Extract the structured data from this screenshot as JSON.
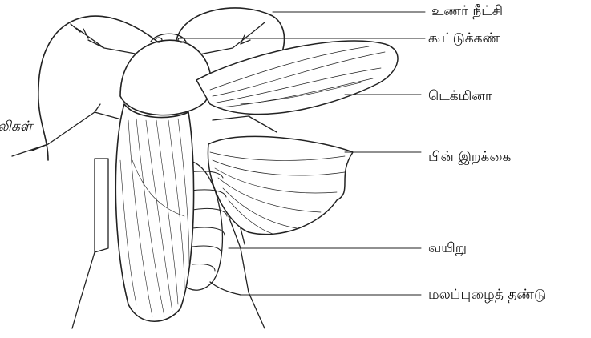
{
  "labels": {
    "antenna": "உணர் நீட்சி",
    "compound_eye": "கூட்டுக்கண்",
    "tegmina": "டெக்மினா",
    "hind_wing": "பின் இறக்கை",
    "abdomen": "வயிறு",
    "anal_cercus": "மலப்புழைத் தண்டு",
    "palps": "பலிகள்"
  },
  "colors": {
    "line": "#222222",
    "background": "#ffffff"
  }
}
